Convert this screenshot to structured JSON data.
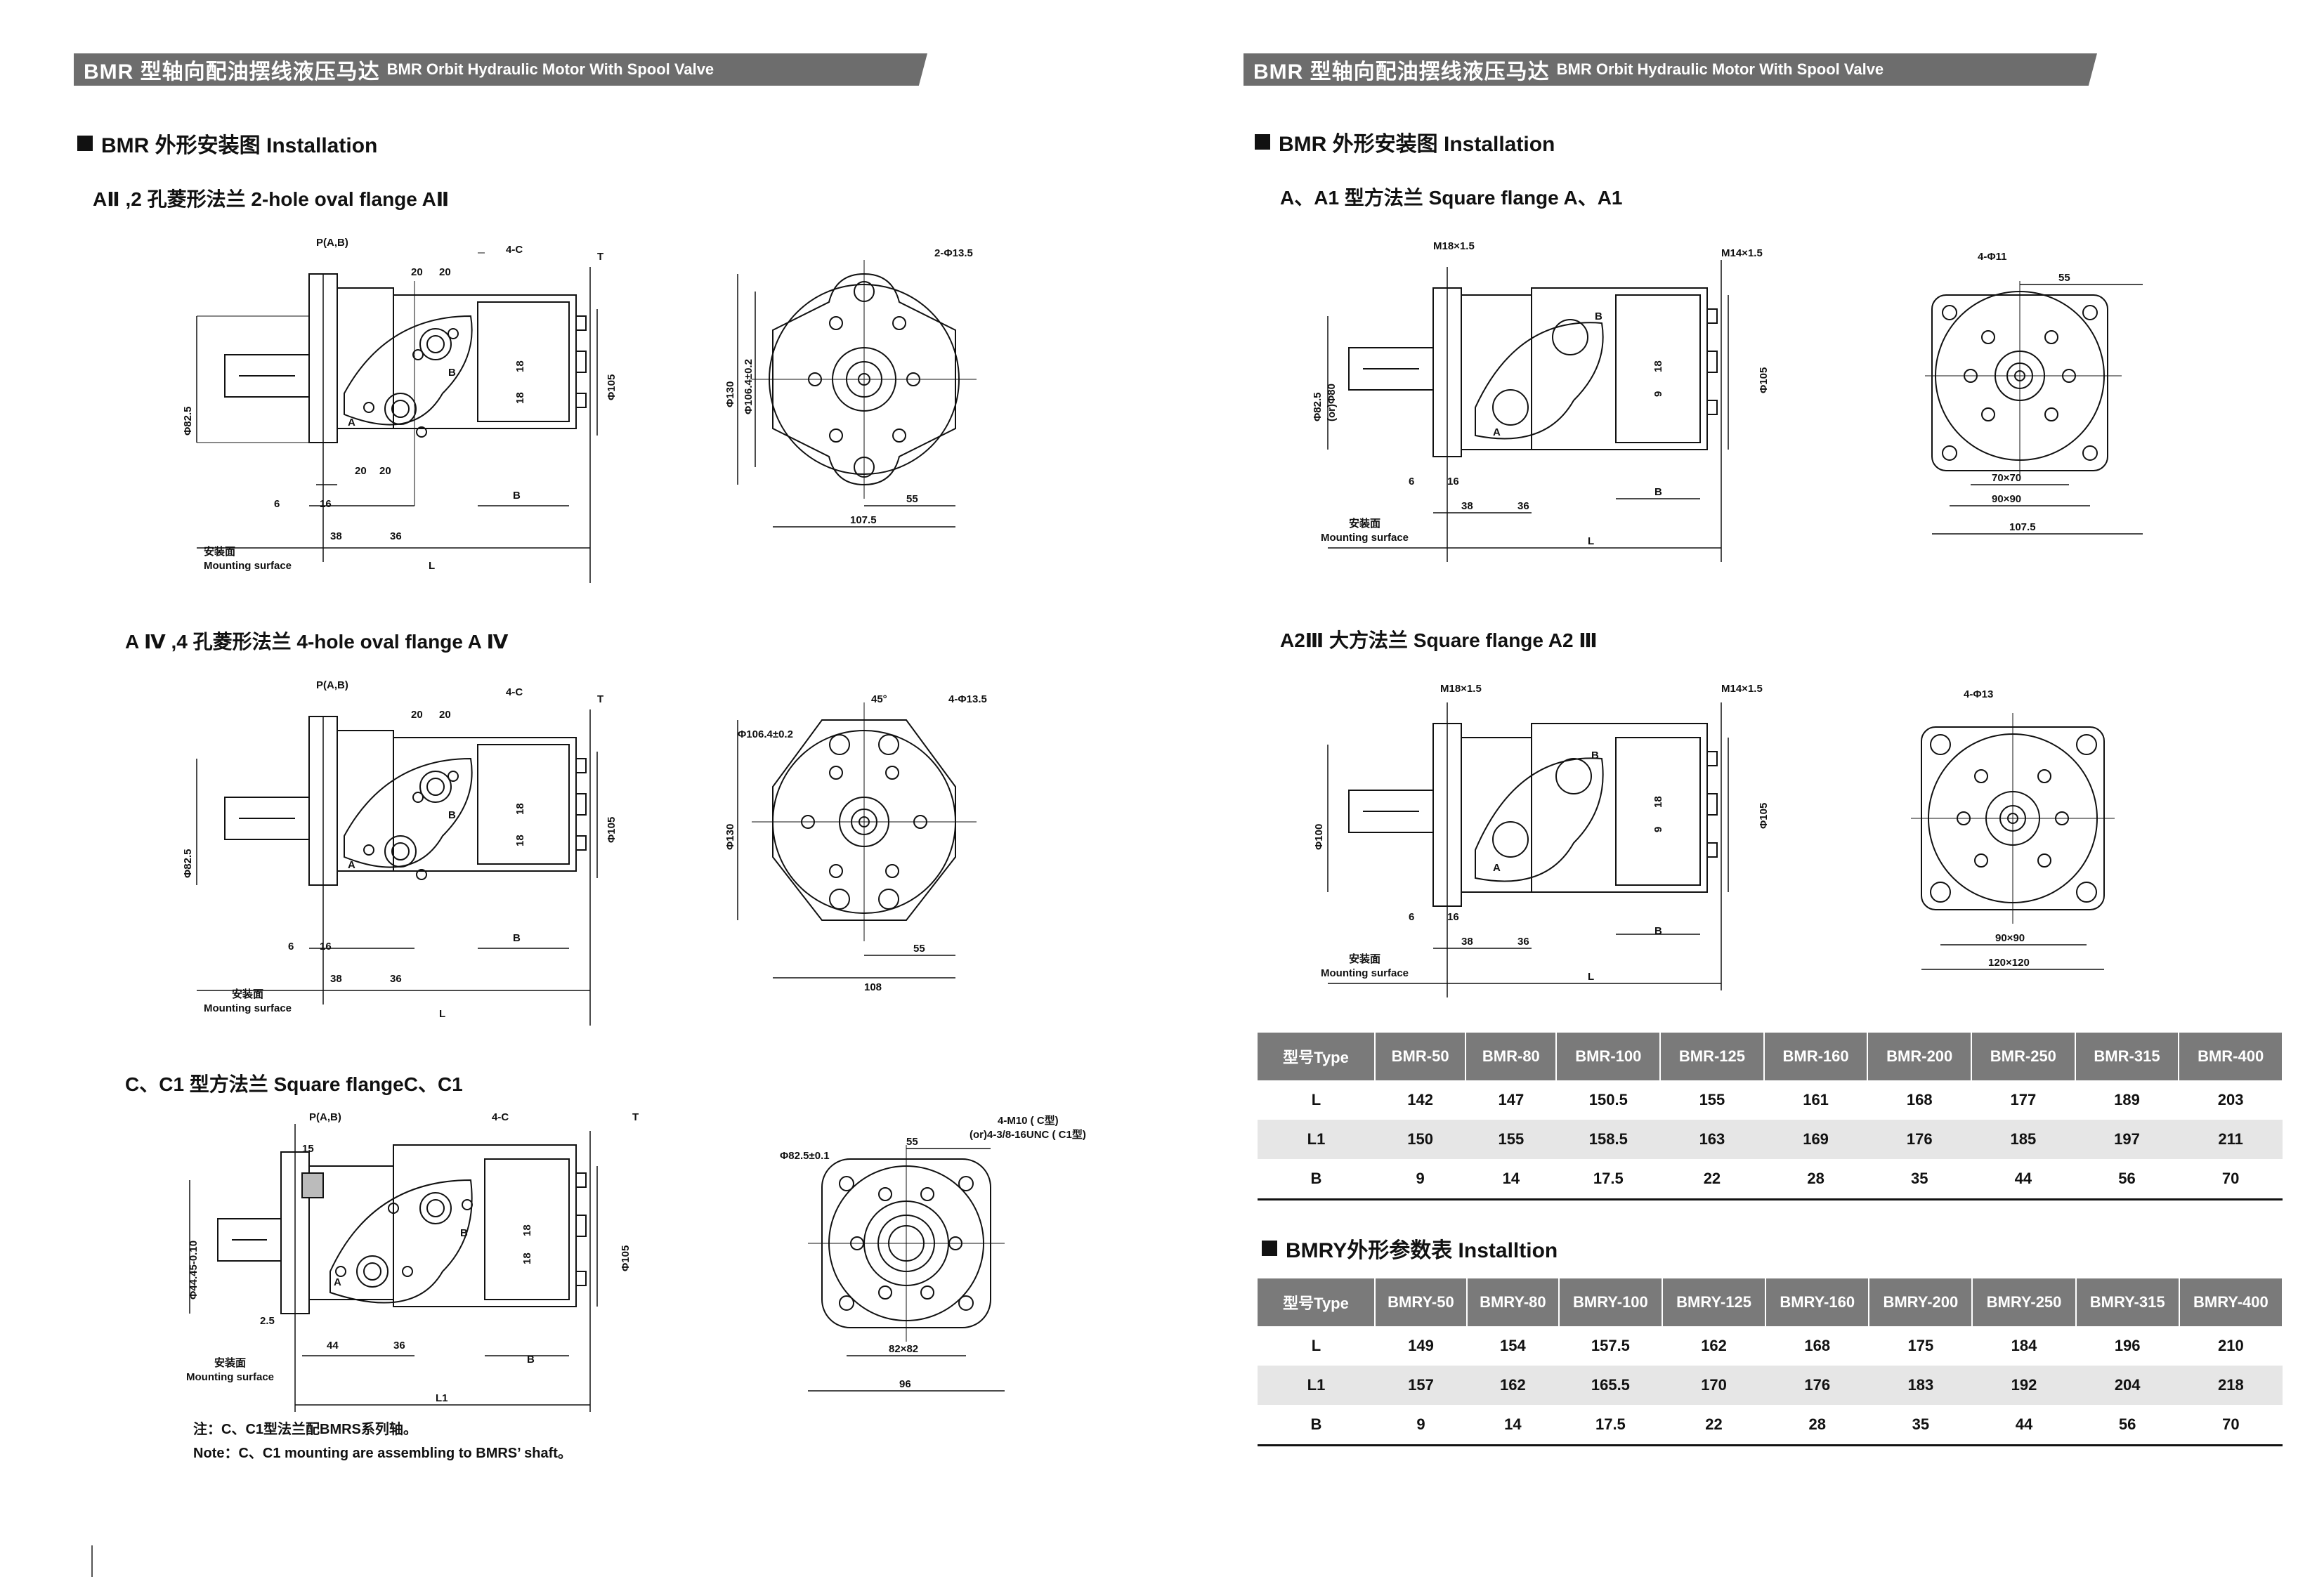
{
  "left_banner": {
    "zh": "BMR 型轴向配油摆线液压马达",
    "en": "BMR Orbit Hydraulic Motor With Spool Valve"
  },
  "right_banner": {
    "zh": "BMR 型轴向配油摆线液压马达",
    "en": "BMR Orbit Hydraulic Motor With Spool Valve"
  },
  "left_section": "BMR 外形安装图 Installation",
  "right_section": "BMR 外形安装图 Installation",
  "sub_a2": "AⅡ ,2 孔菱形法兰  2-hole oval flange AⅡ",
  "sub_a4": "A Ⅳ ,4 孔菱形法兰  4-hole oval flange A Ⅳ",
  "sub_c": "C、C1 型方法兰  Square flangeC、C1",
  "sub_a": "A、A1 型方法兰  Square flange A、A1",
  "sub_a2b": "A2Ⅲ 大方法兰  Square flange  A2 Ⅲ",
  "note_zh": "注：C、C1型法兰配BMRS系列轴。",
  "note_en": "Note：C、C1 mounting are assembling to BMRS’ shaft。",
  "dims": {
    "pab": "P(A,B)",
    "c4": "4-C",
    "t": "T",
    "b": "B",
    "a": "A",
    "bb": "B",
    "l": "L",
    "l1": "L1",
    "d20": "20",
    "d6": "6",
    "d16": "16",
    "d38": "38",
    "d36": "36",
    "d18": "18",
    "d9": "9",
    "d15": "15",
    "d25": "2.5",
    "d44": "44",
    "phi825": "Φ82.5",
    "phi80": "(or)Φ80",
    "phi100": "Φ100",
    "phi4445": "Φ44.45-0.10",
    "phi105": "Φ105",
    "phi130": "Φ130",
    "phi1064": "Φ106.4±0.2",
    "h2": "2-Φ13.5",
    "h4": "4-Φ13.5",
    "h411": "4-Φ11",
    "h413": "4-Φ13",
    "m18": "M18×1.5",
    "m14": "M14×1.5",
    "d55": "55",
    "d1075": "107.5",
    "d108": "108",
    "d45": "45°",
    "d7070": "70×70",
    "d9090": "90×90",
    "d120": "120×120",
    "d8282": "82×82",
    "d96": "96",
    "phi825b": "Φ82.5±0.1",
    "m10": "4-M10 ( C型)",
    "unc": "(or)4-3/8-16UNC ( C1型)",
    "mount_zh": "安装面",
    "mount_en": "Mounting surface"
  },
  "bmr_table": {
    "headers": [
      "型号Type",
      "BMR-50",
      "BMR-80",
      "BMR-100",
      "BMR-125",
      "BMR-160",
      "BMR-200",
      "BMR-250",
      "BMR-315",
      "BMR-400"
    ],
    "rows": [
      [
        "L",
        "142",
        "147",
        "150.5",
        "155",
        "161",
        "168",
        "177",
        "189",
        "203"
      ],
      [
        "L1",
        "150",
        "155",
        "158.5",
        "163",
        "169",
        "176",
        "185",
        "197",
        "211"
      ],
      [
        "B",
        "9",
        "14",
        "17.5",
        "22",
        "28",
        "35",
        "44",
        "56",
        "70"
      ]
    ]
  },
  "bmry_section": "BMRY外形参数表 Installtion",
  "bmry_table": {
    "headers": [
      "型号Type",
      "BMRY-50",
      "BMRY-80",
      "BMRY-100",
      "BMRY-125",
      "BMRY-160",
      "BMRY-200",
      "BMRY-250",
      "BMRY-315",
      "BMRY-400"
    ],
    "rows": [
      [
        "L",
        "149",
        "154",
        "157.5",
        "162",
        "168",
        "175",
        "184",
        "196",
        "210"
      ],
      [
        "L1",
        "157",
        "162",
        "165.5",
        "170",
        "176",
        "183",
        "192",
        "204",
        "218"
      ],
      [
        "B",
        "9",
        "14",
        "17.5",
        "22",
        "28",
        "35",
        "44",
        "56",
        "70"
      ]
    ]
  }
}
